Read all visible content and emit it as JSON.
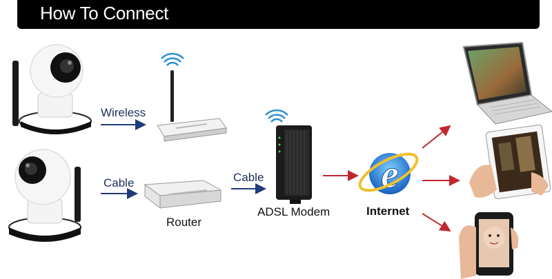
{
  "title": "How To Connect",
  "labels": {
    "wireless": "Wireless",
    "cable_left": "Cable",
    "cable_mid": "Cable",
    "router": "Router",
    "modem": "ADSL Modem",
    "internet": "Internet"
  },
  "icons": {
    "camera_top": "ip-camera-icon",
    "camera_bottom": "ip-camera-icon",
    "wireless_router": "wireless-router-icon",
    "router": "router-icon",
    "modem": "adsl-modem-icon",
    "internet": "internet-explorer-icon",
    "laptop": "laptop-icon",
    "tablet": "tablet-icon",
    "phone": "smartphone-icon"
  },
  "colors": {
    "arrow_blue": "#1e3c78",
    "arrow_red": "#c0282d",
    "title_bg": "#000000"
  }
}
